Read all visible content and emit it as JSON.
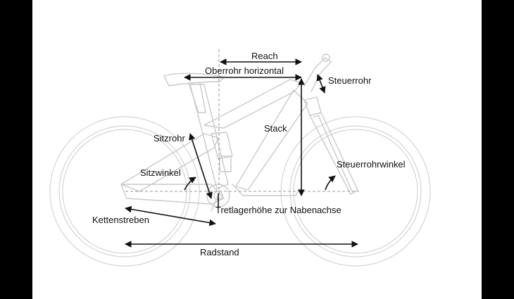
{
  "labels": {
    "reach": "Reach",
    "top_tube": "Oberrohr horizontal",
    "head_tube": "Steuerrohr",
    "stack": "Stack",
    "seat_tube": "Sitzrohr",
    "seat_angle": "Sitzwinkel",
    "head_angle": "Steuerrohrwinkel",
    "bb_height": "Tretlagerhöhe zur Nabenachse",
    "chainstays": "Kettenstreben",
    "wheelbase": "Radstand"
  },
  "colors": {
    "background": "#000000",
    "panel": "#ffffff",
    "bike_line": "#c9c9c9",
    "dimension": "#111111"
  }
}
